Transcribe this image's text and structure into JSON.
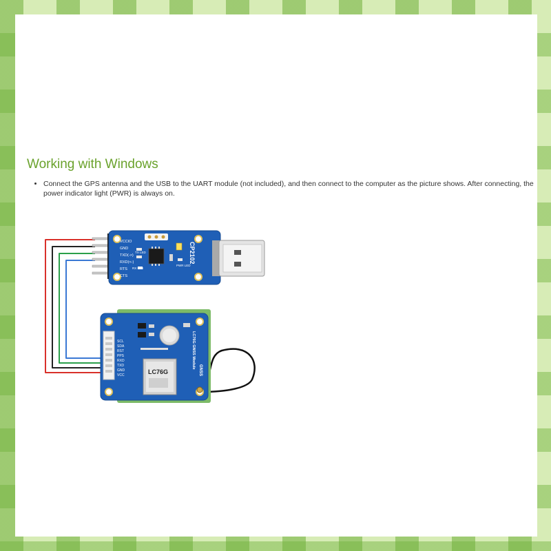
{
  "section": {
    "heading": "Working with Windows",
    "bullets": [
      "Connect the GPS antenna and the USB to the UART module (not included), and then connect to the computer as the picture shows. After connecting, the power indicator light (PWR) is always on."
    ]
  },
  "figure": {
    "usb_board": {
      "chip_name": "CP2102",
      "pins": [
        "VCCIO",
        "GND",
        "TXD(->)",
        "RXD(<-)",
        "RTS",
        "CTS"
      ],
      "leds": [
        "TX LED",
        "RX LED",
        "PWR LED"
      ]
    },
    "gnss_board": {
      "module_name": "LC76G",
      "board_title": "LC76G GNSS Module",
      "antenna_label": "GNSS",
      "pins": [
        "SCL",
        "SDA",
        "RST",
        "PPS",
        "RXD",
        "TXD",
        "GND",
        "VCC"
      ]
    },
    "wire_colors": [
      "#d9302a",
      "#222222",
      "#2aa04a",
      "#3a78d4"
    ]
  }
}
